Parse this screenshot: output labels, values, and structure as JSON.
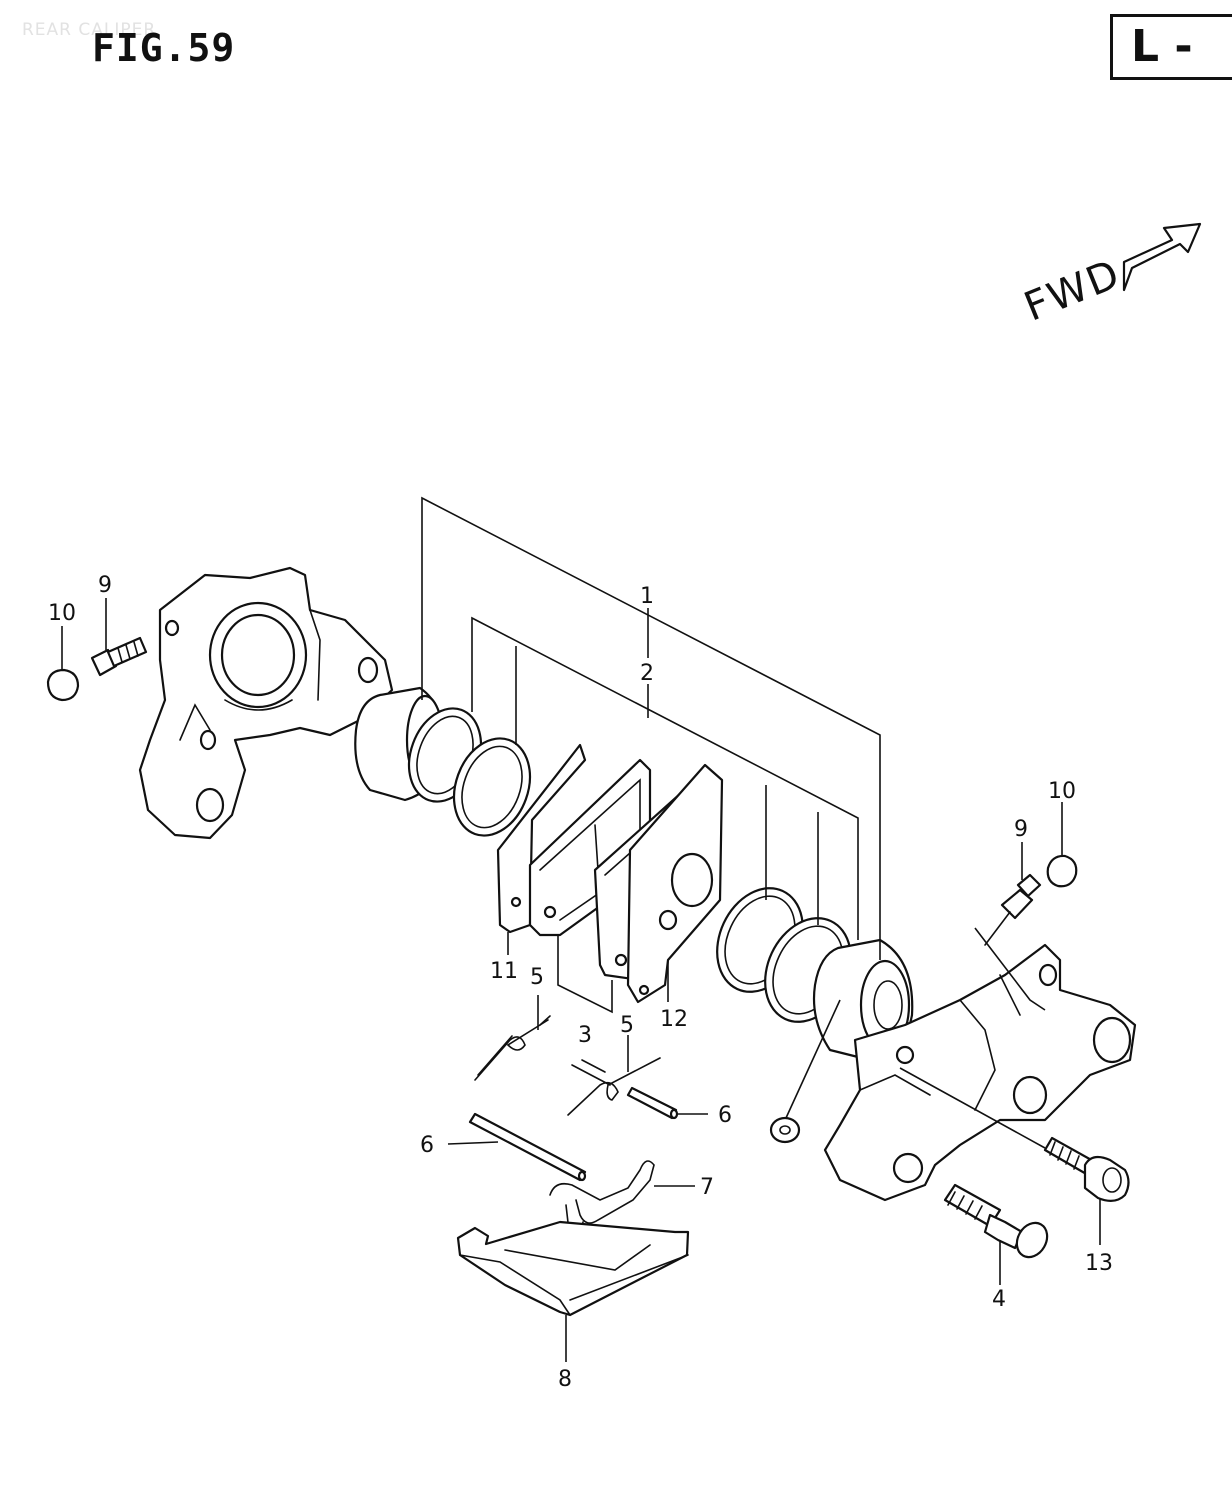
{
  "header": {
    "watermark": "REAR CALIPER",
    "figure_title": "FIG.59",
    "variant_label": "L -",
    "direction_label": "FWD"
  },
  "callouts": {
    "c1": "1",
    "c2": "2",
    "c3": "3",
    "c4": "4",
    "c5a": "5",
    "c5b": "5",
    "c6a": "6",
    "c6b": "6",
    "c7": "7",
    "c8": "8",
    "c9a": "9",
    "c9b": "9",
    "c10a": "10",
    "c10b": "10",
    "c11": "11",
    "c12": "12",
    "c13": "13"
  }
}
